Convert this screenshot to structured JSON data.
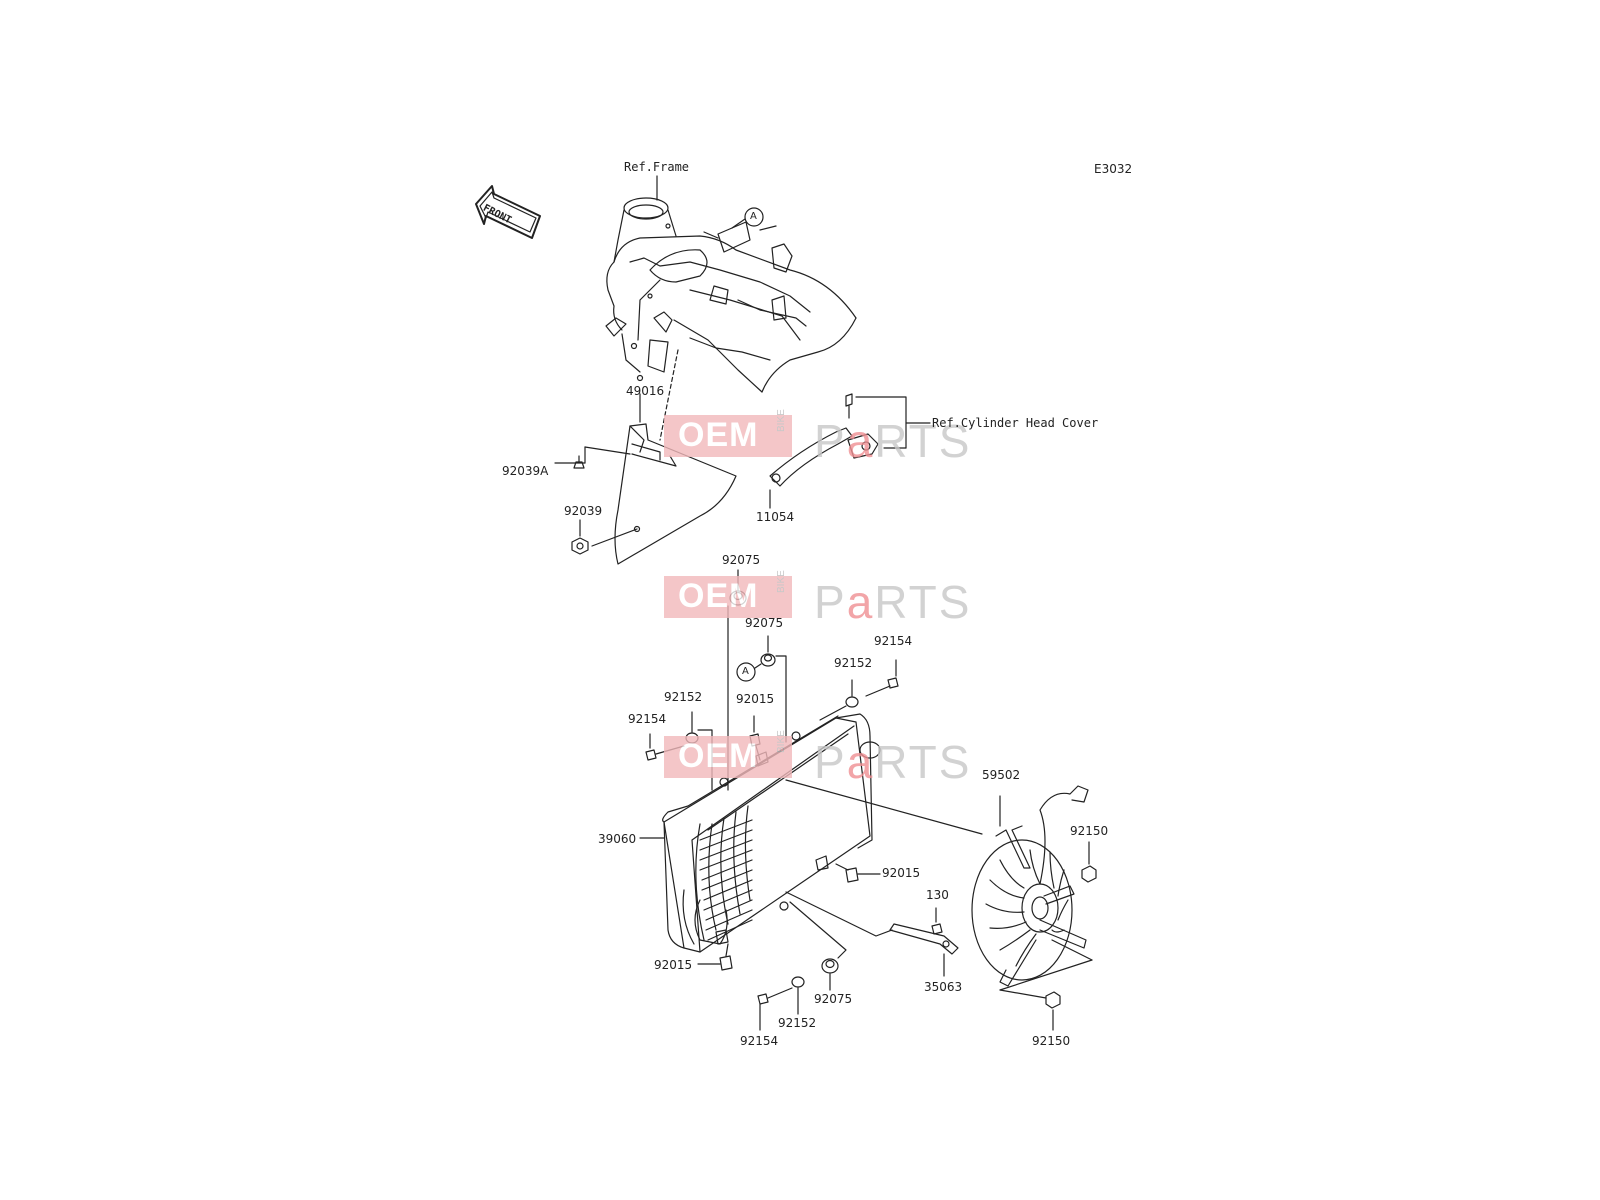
{
  "diagram_id": "E3032",
  "front_label": "FRONT",
  "refs": {
    "frame": "Ref.Frame",
    "cylinder_head_cover": "Ref.Cylinder Head Cover"
  },
  "callout_marker": "A",
  "parts": {
    "p49016": "49016",
    "p92039A": "92039A",
    "p92039": "92039",
    "p11054": "11054",
    "p92075_top": "92075",
    "p92075_mid": "92075",
    "p92154_right": "92154",
    "p92152_right": "92152",
    "p92015_top": "92015",
    "p92152_left": "92152",
    "p92154_left": "92154",
    "p39060": "39060",
    "p59502": "59502",
    "p92150_right": "92150",
    "p92015_right": "92015",
    "p130": "130",
    "p35063": "35063",
    "p92015_bottom": "92015",
    "p92075_bottom": "92075",
    "p92152_bottom": "92152",
    "p92154_bottom": "92154",
    "p92150_bottom": "92150"
  },
  "watermark": {
    "oem": "OEM",
    "bike": "BIKE",
    "parts_p": "P",
    "parts_a": "a",
    "parts_rts": "RTS"
  },
  "colors": {
    "line": "#222222",
    "watermark_red": "#f2b9bb",
    "watermark_gray": "#c8c8c8"
  }
}
